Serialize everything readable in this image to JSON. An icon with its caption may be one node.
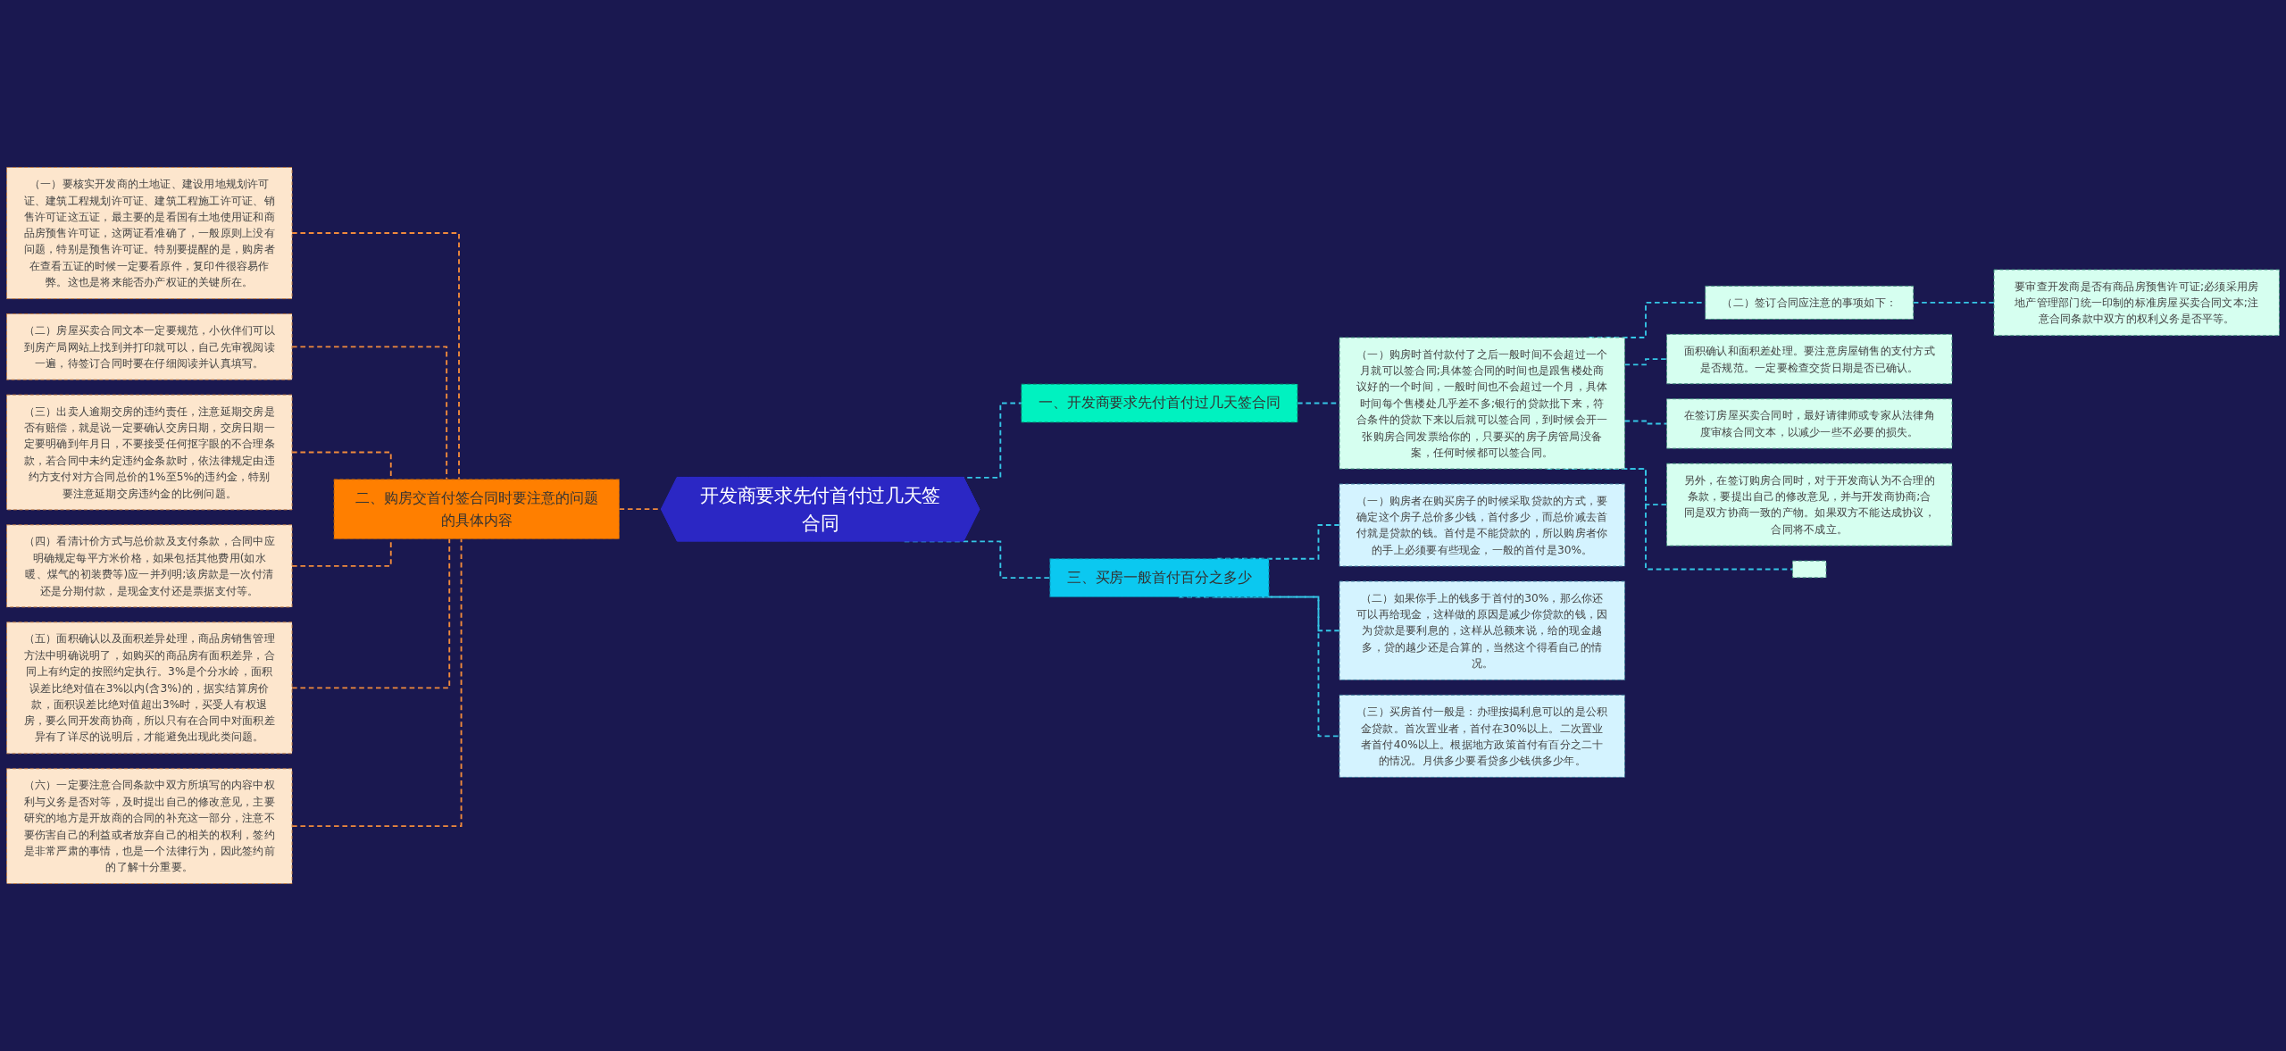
{
  "diagram": {
    "nodes": [
      {
        "text": [
          "开发商要求先付首付过几天签合同"
        ]
      },
      {
        "text": [
          "二、购房交首付签合同时要注意的问题的具体内容"
        ]
      },
      {
        "text": [
          "（一）要核实开发商的土地证、建设用地规划许可证、建筑工程规划许可证、建筑工程施工许可证、销售许可证这五证，最主要的是看国有土地使用证和商品房预售许可证，这两证看准确了，一般原则上没有问题，特别是预售许可证。特别要提醒的是，购房者在查看五证的时候一定要看原件，复印件很容易作弊。这也是将来能否办产权证的关键所在。"
        ]
      },
      {
        "text": [
          "（二）房屋买卖合同文本一定要规范，小伙伴们可以到房产局网站上找到并打印就可以，自己先审视阅读一遍，待签订合同时要在仔细阅读并认真填写。"
        ]
      },
      {
        "text": [
          "（三）出卖人逾期交房的违约责任，注意延期交房是否有赔偿，就是说一定要确认交房日期，交房日期一定要明确到年月日，不要接受任何抠字眼的不合理条款，若合同中未约定违约金条款时，依法律规定由违约方支付对方合同总价的1%至5%的违约金，特别要注意延期交房违约金的比例问题。"
        ]
      },
      {
        "text": [
          "（四）看清计价方式与总价款及支付条款，合同中应明确规定每平方米价格，如果包括其他费用(如水暖、煤气的初装费等)应一并列明;该房款是一次付清还是分期付款，是现金支付还是票据支付等。"
        ]
      },
      {
        "text": [
          "（五）面积确认以及面积差异处理，商品房销售管理方法中明确说明了，如购买的商品房有面积差异，合同上有约定的按照约定执行。3%是个分水岭，面积误差比绝对值在3%以内(含3%)的，据实结算房价款，面积误差比绝对值超出3%时，买受人有权退房，要么同开发商协商，所以只有在合同中对面积差异有了详尽的说明后，才能避免出现此类问题。"
        ]
      },
      {
        "text": [
          "（六）一定要注意合同条款中双方所填写的内容中权利与义务是否对等，及时提出自己的修改意见，主要研究的地方是开放商的合同的补充这一部分，注意不要伤害自己的利益或者放弃自己的相关的权利，签约是非常严肃的事情，也是一个法律行为，因此签约前的了解十分重要。"
        ]
      },
      {
        "text": [
          "一、开发商要求先付首付过几天签合同"
        ]
      },
      {
        "text": [
          "（一）购房时首付款付了之后一般时间不会超过一个月就可以签合同;具体签合同的时间也是跟售楼处商议好的一个时间，一般时间也不会超过一个月，具体时间每个售楼处几乎差不多;银行的贷款批下来，符合条件的贷款下来以后就可以签合同，到时候会开一张购房合同发票给你的，只要买的房子房管局没备案，任何时候都可以签合同。"
        ]
      },
      {
        "text": [
          "（二）签订合同应注意的事项如下："
        ]
      },
      {
        "text": [
          "要审查开发商是否有商品房预售许可证;必须采用房地产管理部门统一印制的标准房屋买卖合同文本;注意合同条款中双方的权利义务是否平等。"
        ]
      },
      {
        "text": [
          "面积确认和面积差处理。要注意房屋销售的支付方式是否规范。一定要检查交货日期是否已确认。"
        ]
      },
      {
        "text": [
          "在签订房屋买卖合同时，最好请律师或专家从法律角度审核合同文本，以减少一些不必要的损失。"
        ]
      },
      {
        "text": [
          "另外，在签订购房合同时，对于开发商认为不合理的条款，要提出自己的修改意见，并与开发商协商;合同是双方协商一致的产物。如果双方不能达成协议，合同将不成立。"
        ]
      },
      {
        "text": [],
        "shape": "box"
      },
      {
        "text": [
          "三、买房一般首付百分之多少"
        ]
      },
      {
        "text": [
          "（一）购房者在购买房子的时候采取贷款的方式，要确定这个房子总价多少钱，首付多少，而总价减去首付就是贷款的钱。首付是不能贷款的，所以购房者你的手上必须要有些现金，一般的首付是30%。"
        ]
      },
      {
        "text": [
          "（二）如果你手上的钱多于首付的30%，那么你还可以再给现金，这样做的原因是减少你贷款的钱，因为贷款是要利息的，这样从总额来说，给的现金越多，贷的越少还是合算的，当然这个得看自己的情况。"
        ]
      },
      {
        "text": [
          "（三）买房首付一般是：办理按揭利息可以的是公积金贷款。首次置业者，首付在30%以上。二次置业者首付40%以上。根据地方政策首付有百分之二十的情况。月供多少要看贷多少钱供多少年。"
        ]
      }
    ],
    "edges": [
      {
        "from": 1,
        "to": 0,
        "arrow": "none",
        "style": "dashed",
        "color": "#f08a3c"
      },
      {
        "from": 2,
        "to": 1,
        "arrow": "none",
        "style": "dashed",
        "color": "#f08a3c"
      },
      {
        "from": 3,
        "to": 1,
        "arrow": "none",
        "style": "dashed",
        "color": "#f08a3c"
      },
      {
        "from": 4,
        "to": 1,
        "arrow": "none",
        "style": "dashed",
        "color": "#f08a3c"
      },
      {
        "from": 5,
        "to": 1,
        "arrow": "none",
        "style": "dashed",
        "color": "#f08a3c"
      },
      {
        "from": 6,
        "to": 1,
        "arrow": "none",
        "style": "dashed",
        "color": "#f08a3c"
      },
      {
        "from": 7,
        "to": 1,
        "arrow": "none",
        "style": "dashed",
        "color": "#f08a3c"
      },
      {
        "from": 0,
        "to": 8,
        "arrow": "none",
        "style": "dashed"
      },
      {
        "from": 8,
        "to": 9,
        "arrow": "none",
        "style": "dashed"
      },
      {
        "from": 9,
        "to": 10,
        "arrow": "none",
        "style": "dashed"
      },
      {
        "from": 10,
        "to": 11,
        "arrow": "none",
        "style": "dashed"
      },
      {
        "from": 9,
        "to": 12,
        "arrow": "none",
        "style": "dashed"
      },
      {
        "from": 9,
        "to": 13,
        "arrow": "none",
        "style": "dashed"
      },
      {
        "from": 9,
        "to": 14,
        "arrow": "none",
        "style": "dashed"
      },
      {
        "from": 9,
        "to": 15,
        "arrow": "none",
        "style": "dashed"
      },
      {
        "from": 0,
        "to": 16,
        "arrow": "none",
        "style": "dashed"
      },
      {
        "from": 16,
        "to": 17,
        "arrow": "none",
        "style": "dashed"
      },
      {
        "from": 16,
        "to": 18,
        "arrow": "none",
        "style": "dashed"
      },
      {
        "from": 16,
        "to": 19,
        "arrow": "none",
        "style": "dashed"
      }
    ]
  }
}
